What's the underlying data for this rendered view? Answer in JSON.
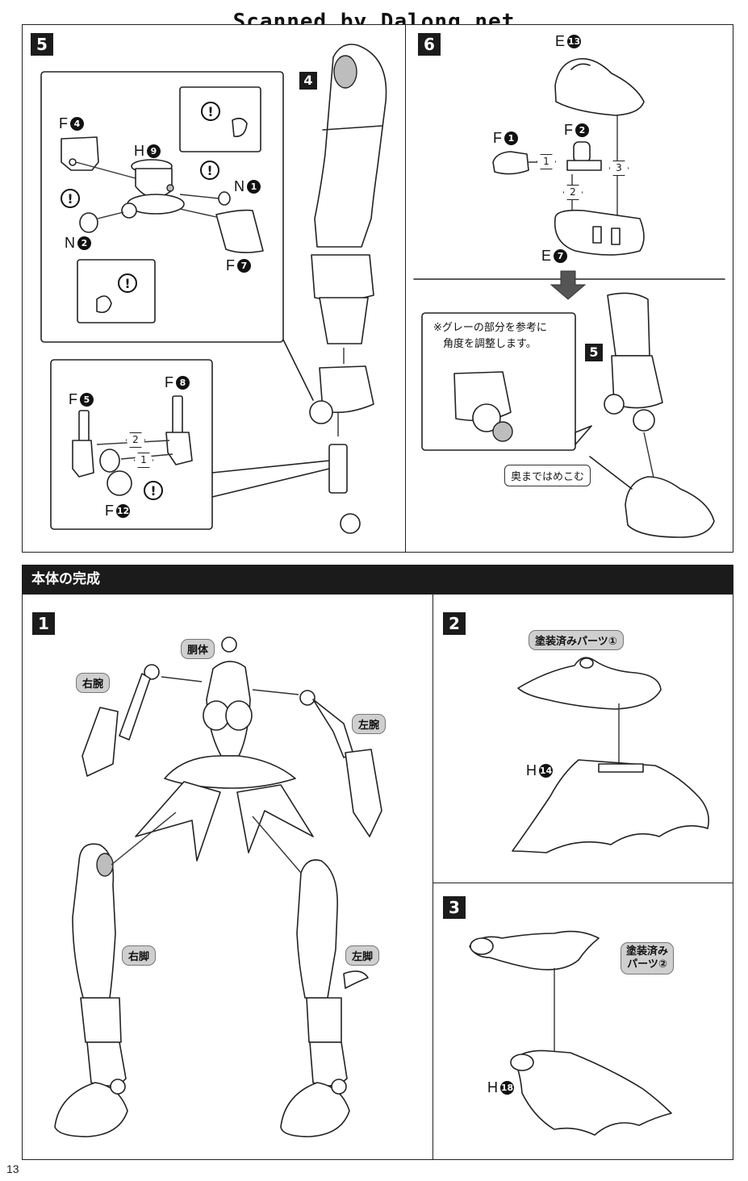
{
  "watermark": "Scanned by Dalong.net",
  "page_number": "13",
  "step5": {
    "num": "5",
    "sub_step": "4",
    "parts": {
      "f4": {
        "letter": "F",
        "num": "4"
      },
      "h9": {
        "letter": "H",
        "num": "9"
      },
      "n1": {
        "letter": "N",
        "num": "1"
      },
      "n2": {
        "letter": "N",
        "num": "2"
      },
      "f7": {
        "letter": "F",
        "num": "7"
      },
      "f5": {
        "letter": "F",
        "num": "5"
      },
      "f8": {
        "letter": "F",
        "num": "8"
      },
      "f12": {
        "letter": "F",
        "num": "12"
      }
    },
    "order1": "1",
    "order2": "2"
  },
  "step6": {
    "num": "6",
    "sub_step": "5",
    "parts": {
      "e13": {
        "letter": "E",
        "num": "13"
      },
      "f1": {
        "letter": "F",
        "num": "1"
      },
      "f2": {
        "letter": "F",
        "num": "2"
      },
      "e7": {
        "letter": "E",
        "num": "7"
      }
    },
    "order1": "1",
    "order2": "2",
    "order3": "3",
    "note_line1": "※グレーの部分を参考に",
    "note_line2": "角度を調整します。",
    "press_in": "奥まではめこむ"
  },
  "section": {
    "title": "本体の完成"
  },
  "assembly1": {
    "num": "1",
    "torso": "胴体",
    "right_arm": "右腕",
    "left_arm": "左腕",
    "right_leg": "右脚",
    "left_leg": "左脚"
  },
  "assembly2": {
    "num": "2",
    "painted_part": "塗装済みパーツ①",
    "h14": {
      "letter": "H",
      "num": "14"
    }
  },
  "assembly3": {
    "num": "3",
    "painted_line1": "塗装済み",
    "painted_line2": "パーツ②",
    "h18": {
      "letter": "H",
      "num": "18"
    }
  },
  "icons": {
    "caution": "exclamation-icon"
  }
}
